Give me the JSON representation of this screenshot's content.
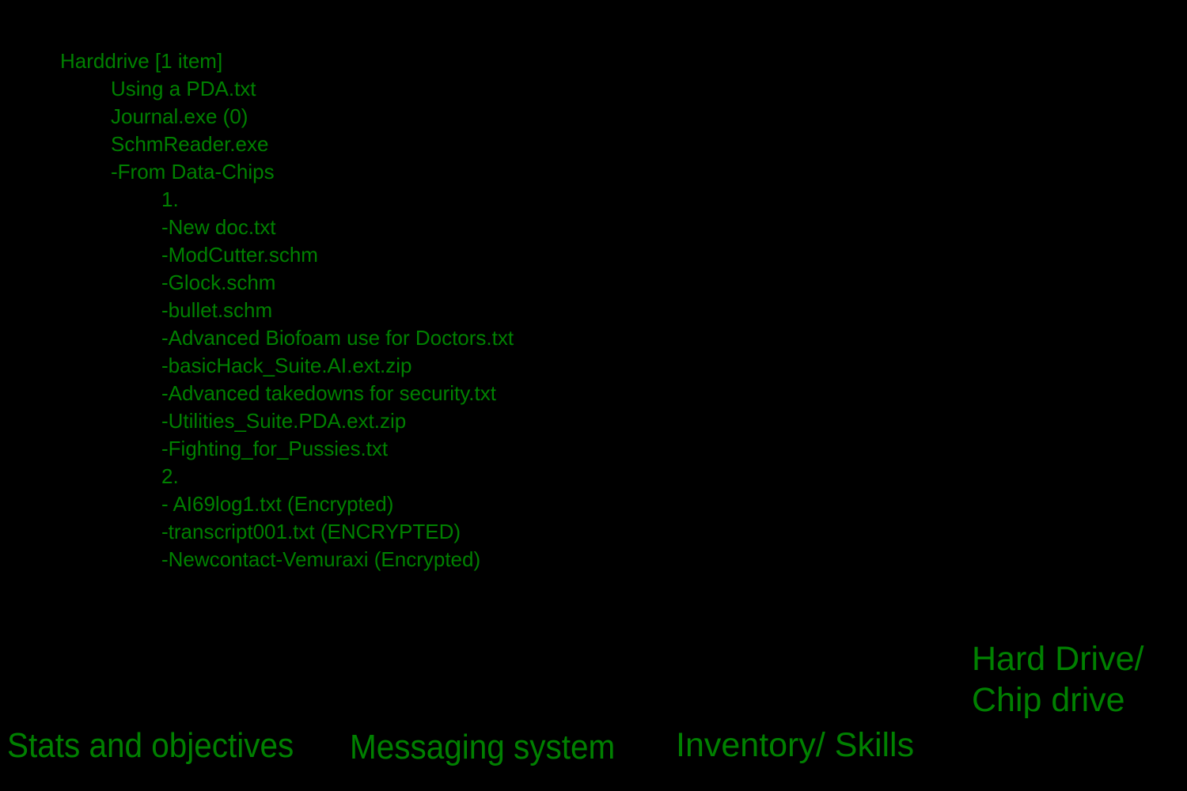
{
  "theme": {
    "background": "#000000",
    "text_color": "#008000"
  },
  "harddrive": {
    "title": "Harddrive [1 item]",
    "files": [
      "Using a PDA.txt",
      "Journal.exe (0)",
      "SchmReader.exe",
      "-From Data-Chips"
    ],
    "chip_groups": [
      {
        "label": "1.",
        "items": [
          "-New doc.txt",
          "-ModCutter.schm",
          "-Glock.schm",
          "-bullet.schm",
          "-Advanced Biofoam use for Doctors.txt",
          "-basicHack_Suite.AI.ext.zip",
          "-Advanced takedowns for security.txt",
          "-Utilities_Suite.PDA.ext.zip",
          "-Fighting_for_Pussies.txt"
        ]
      },
      {
        "label": "2.",
        "items": [
          "- AI69log1.txt (Encrypted)",
          "-transcript001.txt (ENCRYPTED)",
          "-Newcontact-Vemuraxi (Encrypted)"
        ]
      }
    ]
  },
  "nav": {
    "stats": "Stats and objectives",
    "messaging": "Messaging system",
    "inventory": "Inventory/ Skills",
    "harddrive_line1": "Hard Drive/",
    "harddrive_line2": "Chip drive"
  }
}
